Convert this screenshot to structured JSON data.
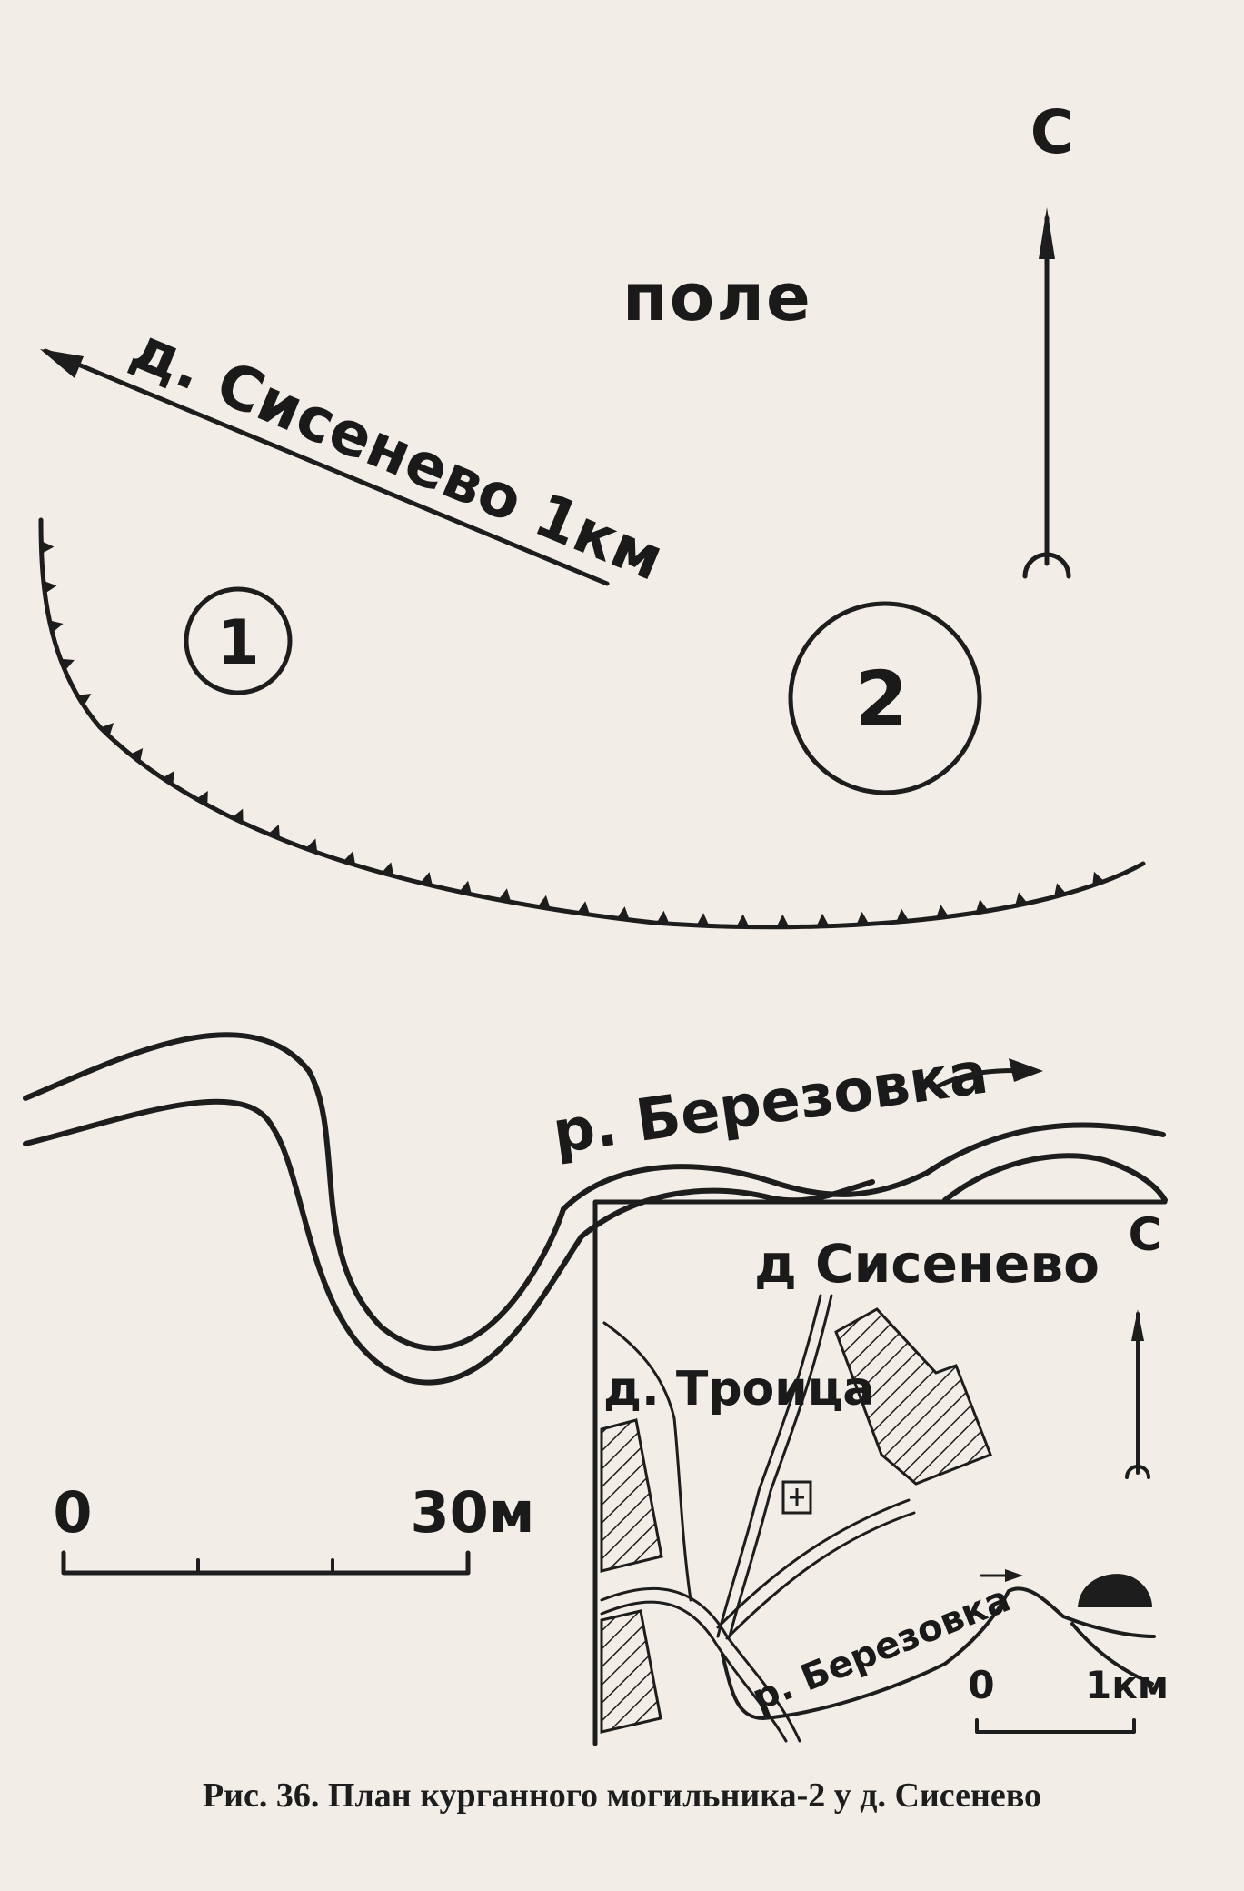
{
  "labels": {
    "field": "поле",
    "village_direction": "д. Сисенево 1км",
    "north": "С",
    "mound_1": "1",
    "mound_2": "2",
    "river": "р. Березовка",
    "scale_zero": "0",
    "scale_end": "30м"
  },
  "inset": {
    "village_sisenevo": "д Сисенево",
    "village_troitsa": "д. Троица",
    "north": "С",
    "river": "р. Березовка",
    "scale_zero": "0",
    "scale_end": "1км"
  },
  "caption": "Рис. 36. План курганного могильника-2 у д. Сисенево",
  "colors": {
    "ink": "#1d1d1d",
    "paper": "#f2eee7"
  }
}
